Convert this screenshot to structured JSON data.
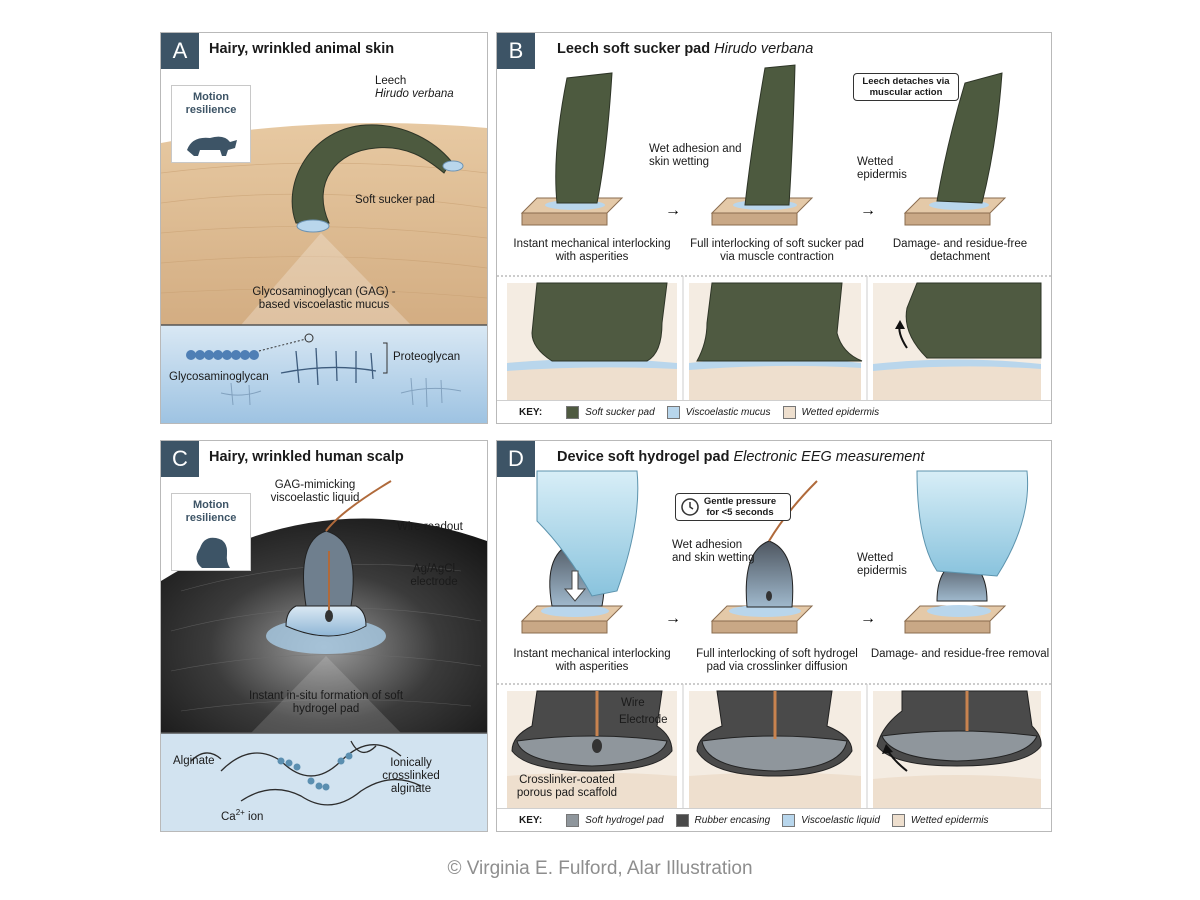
{
  "panel_a": {
    "letter": "A",
    "title": "Hairy, wrinkled animal skin",
    "motion": "Motion resilience",
    "leech_label": "Leech",
    "leech_species": "Hirudo verbana",
    "sucker_label": "Soft sucker pad",
    "mucus_label": "Glycosaminoglycan (GAG) -based viscoelastic mucus",
    "gag_label": "Glycosaminoglycan",
    "proteoglycan_label": "Proteoglycan"
  },
  "panel_b": {
    "letter": "B",
    "title": "Leech soft sucker pad",
    "title_italic": "Hirudo verbana",
    "detach_box": "Leech detaches via muscular action",
    "wet_adhesion": "Wet adhesion and skin wetting",
    "wetted_epidermis": "Wetted epidermis",
    "step1": "Instant mechanical interlocking with asperities",
    "step2": "Full interlocking of soft sucker pad via muscle contraction",
    "step3": "Damage- and residue-free detachment",
    "key_title": "KEY:",
    "key": [
      {
        "label": "Soft sucker pad",
        "color": "#4f5a41"
      },
      {
        "label": "Viscoelastic mucus",
        "color": "#b8d6ec"
      },
      {
        "label": "Wetted epidermis",
        "color": "#eedfce"
      }
    ]
  },
  "panel_c": {
    "letter": "C",
    "title": "Hairy, wrinkled human scalp",
    "motion": "Motion resilience",
    "gag_liquid": "GAG-mimicking viscoelastic liquid",
    "wire_readout": "Wire readout",
    "electrode": "Ag/AgCl electrode",
    "formation": "Instant in-situ formation of soft hydrogel pad",
    "alginate": "Alginate",
    "crosslinked": "Ionically crosslinked alginate",
    "ca_ion": "Ca",
    "ca_sup": "2+",
    "ca_rest": " ion"
  },
  "panel_d": {
    "letter": "D",
    "title": "Device soft hydrogel pad",
    "title_italic": "Electronic EEG measurement",
    "pressure_box": "Gentle pressure for <5 seconds",
    "wet_adhesion": "Wet adhesion and skin wetting",
    "wetted_epidermis": "Wetted epidermis",
    "step1": "Instant mechanical interlocking with asperities",
    "step2": "Full interlocking of soft hydrogel pad via crosslinker diffusion",
    "step3": "Damage- and residue-free removal",
    "wire": "Wire",
    "electrode": "Electrode",
    "scaffold": "Crosslinker-coated porous pad scaffold",
    "key_title": "KEY:",
    "key": [
      {
        "label": "Soft hydrogel pad",
        "color": "#8f969c"
      },
      {
        "label": "Rubber encasing",
        "color": "#4a4a4a"
      },
      {
        "label": "Viscoelastic liquid",
        "color": "#b8d6ec"
      },
      {
        "label": "Wetted epidermis",
        "color": "#eedfce"
      }
    ]
  },
  "credit": "© Virginia E. Fulford, Alar Illustration",
  "arrow_glyph": "→"
}
